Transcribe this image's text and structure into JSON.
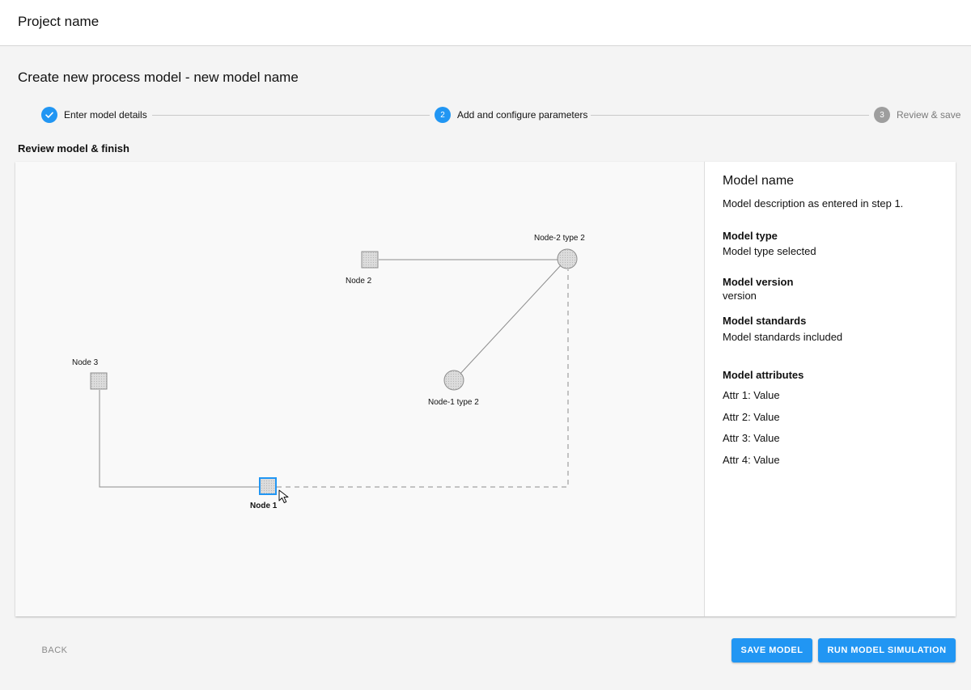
{
  "header": {
    "project_name": "Project name"
  },
  "page": {
    "title": "Create new process model - new model name"
  },
  "stepper": {
    "steps": [
      {
        "number": "",
        "label": "Enter model details",
        "state": "completed",
        "icon": "check-icon"
      },
      {
        "number": "2",
        "label": "Add and configure parameters",
        "state": "active"
      },
      {
        "number": "3",
        "label": "Review & save",
        "state": "pending"
      }
    ]
  },
  "section": {
    "label": "Review model & finish"
  },
  "diagram": {
    "nodes": [
      {
        "id": "node-2",
        "label": "Node 2",
        "shape": "square"
      },
      {
        "id": "node-2-type-2",
        "label": "Node-2 type 2",
        "shape": "circle"
      },
      {
        "id": "node-3",
        "label": "Node 3",
        "shape": "square"
      },
      {
        "id": "node-1-type-2",
        "label": "Node-1 type 2",
        "shape": "circle"
      },
      {
        "id": "node-1",
        "label": "Node 1",
        "shape": "square",
        "selected": true
      }
    ],
    "edges": [
      {
        "from": "node-2",
        "to": "node-2-type-2",
        "style": "solid"
      },
      {
        "from": "node-2-type-2",
        "to": "node-1-type-2",
        "style": "solid"
      },
      {
        "from": "node-3",
        "to": "node-1",
        "style": "solid"
      },
      {
        "from": "node-1",
        "to": "node-2-type-2",
        "style": "dashed"
      }
    ],
    "selected_color": "#2196f3"
  },
  "details": {
    "model_name": "Model name",
    "description": "Model description as entered in step 1.",
    "model_type_heading": "Model type",
    "model_type_value": "Model type selected",
    "model_version_heading": "Model version",
    "model_version_value": "version",
    "model_standards_heading": "Model standards",
    "model_standards_value": "Model standards included",
    "attributes_heading": "Model attributes",
    "attributes": [
      "Attr 1: Value",
      "Attr 2: Value",
      "Attr 3: Value",
      "Attr 4: Value"
    ]
  },
  "actions": {
    "back_label": "BACK",
    "save_label": "SAVE MODEL",
    "run_label": "RUN MODEL SIMULATION"
  },
  "colors": {
    "primary": "#2196f3",
    "pending": "#9e9e9e",
    "background": "#f4f4f4"
  }
}
